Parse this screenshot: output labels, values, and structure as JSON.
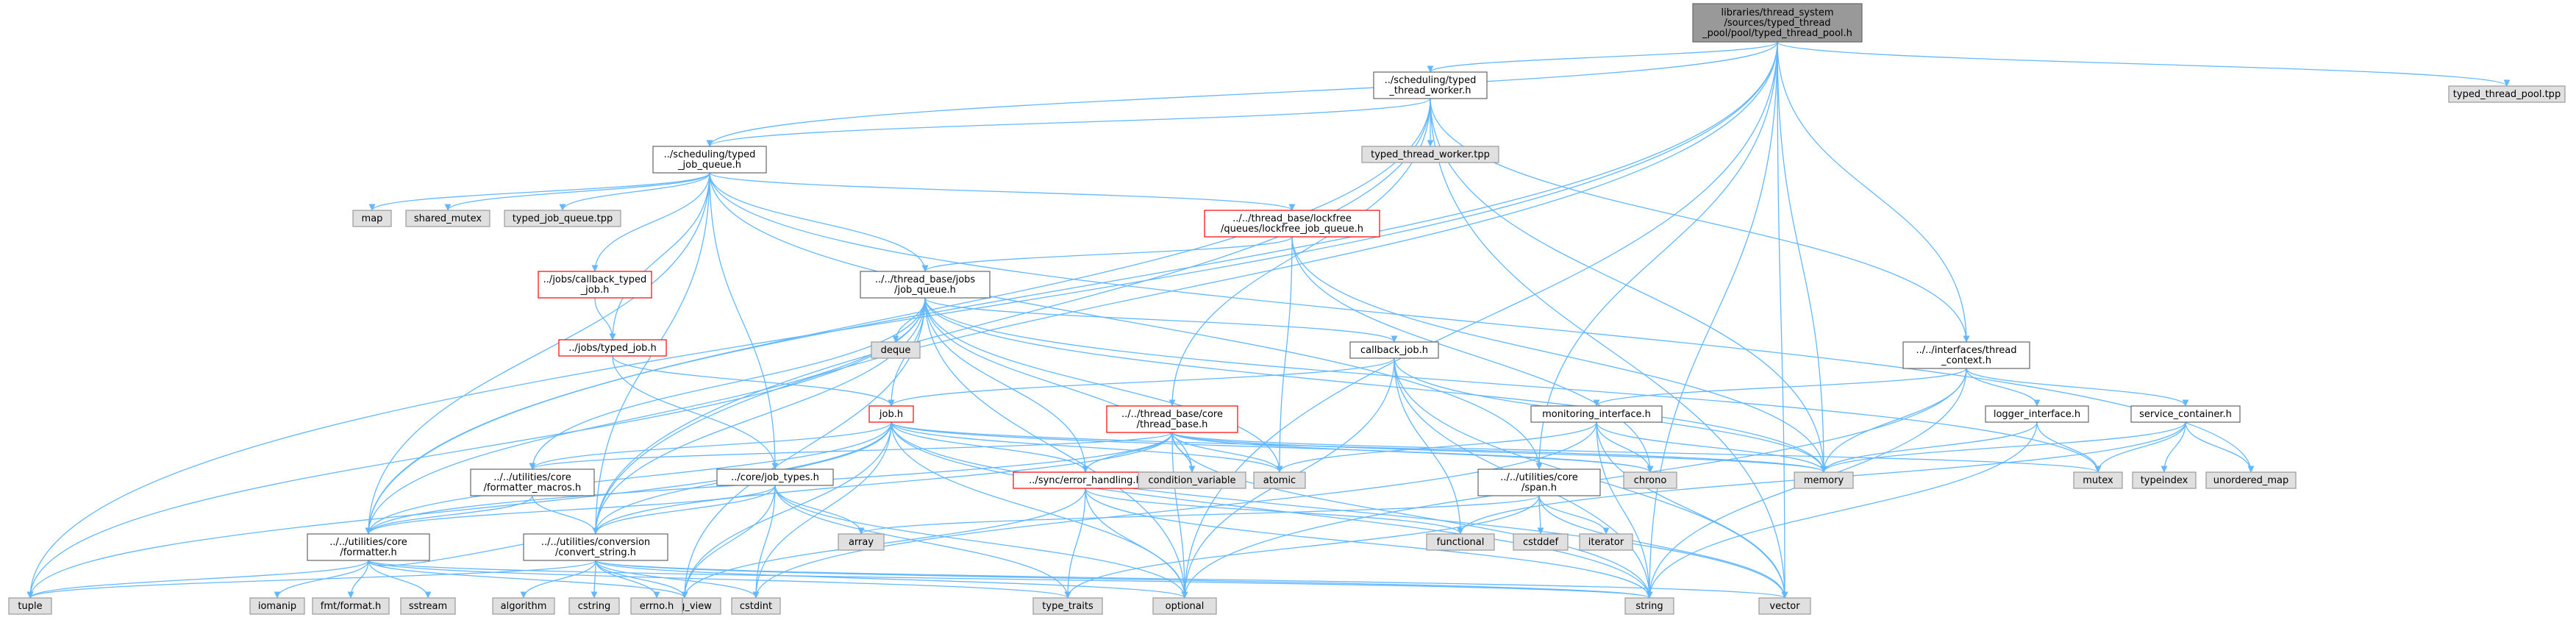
{
  "colors": {
    "edge": "#63b8ff",
    "root_fill": "#999999",
    "root_stroke": "#666666",
    "normal_fill": "#ffffff",
    "normal_stroke": "#666666",
    "truncated_stroke": "#ff0000",
    "system_fill": "#e0e0e0",
    "system_stroke": "#999999"
  },
  "graph": {
    "nodes": [
      {
        "id": "root",
        "kind": "root",
        "lines": [
          "libraries/thread_system",
          "/sources/typed_thread",
          "_pool/pool/typed_thread_pool.h"
        ]
      },
      {
        "id": "typed_thread_pool_tpp",
        "kind": "system",
        "lines": [
          "typed_thread_pool.tpp"
        ]
      },
      {
        "id": "typed_thread_worker_h",
        "kind": "normal",
        "lines": [
          "../scheduling/typed",
          "_thread_worker.h"
        ]
      },
      {
        "id": "typed_thread_worker_tpp",
        "kind": "system",
        "lines": [
          "typed_thread_worker.tpp"
        ]
      },
      {
        "id": "typed_job_queue_h",
        "kind": "normal",
        "lines": [
          "../scheduling/typed",
          "_job_queue.h"
        ]
      },
      {
        "id": "map",
        "kind": "system",
        "lines": [
          "map"
        ]
      },
      {
        "id": "shared_mutex",
        "kind": "system",
        "lines": [
          "shared_mutex"
        ]
      },
      {
        "id": "typed_job_queue_tpp",
        "kind": "system",
        "lines": [
          "typed_job_queue.tpp"
        ]
      },
      {
        "id": "lockfree_job_queue_h",
        "kind": "truncated",
        "lines": [
          "../../thread_base/lockfree",
          "/queues/lockfree_job_queue.h"
        ]
      },
      {
        "id": "callback_typed_job_h",
        "kind": "truncated",
        "lines": [
          "../jobs/callback_typed",
          "_job.h"
        ]
      },
      {
        "id": "typed_job_h",
        "kind": "truncated",
        "lines": [
          "../jobs/typed_job.h"
        ]
      },
      {
        "id": "job_queue_h",
        "kind": "normal",
        "lines": [
          "../../thread_base/jobs",
          "/job_queue.h"
        ]
      },
      {
        "id": "deque",
        "kind": "system",
        "lines": [
          "deque"
        ]
      },
      {
        "id": "callback_job_h",
        "kind": "normal",
        "lines": [
          "callback_job.h"
        ]
      },
      {
        "id": "job_h",
        "kind": "truncated",
        "lines": [
          "job.h"
        ]
      },
      {
        "id": "thread_base_h",
        "kind": "truncated",
        "lines": [
          "../../thread_base/core",
          "/thread_base.h"
        ]
      },
      {
        "id": "thread_context_h",
        "kind": "normal",
        "lines": [
          "../../interfaces/thread",
          "_context.h"
        ]
      },
      {
        "id": "monitoring_interface_h",
        "kind": "normal",
        "lines": [
          "monitoring_interface.h"
        ]
      },
      {
        "id": "logger_interface_h",
        "kind": "normal",
        "lines": [
          "logger_interface.h"
        ]
      },
      {
        "id": "service_container_h",
        "kind": "normal",
        "lines": [
          "service_container.h"
        ]
      },
      {
        "id": "formatter_macros_h",
        "kind": "normal",
        "lines": [
          "../../utilities/core",
          "/formatter_macros.h"
        ]
      },
      {
        "id": "job_types_h",
        "kind": "normal",
        "lines": [
          "../core/job_types.h"
        ]
      },
      {
        "id": "error_handling_h",
        "kind": "truncated",
        "lines": [
          "../sync/error_handling.h"
        ]
      },
      {
        "id": "condition_variable",
        "kind": "system",
        "lines": [
          "condition_variable"
        ]
      },
      {
        "id": "atomic",
        "kind": "system",
        "lines": [
          "atomic"
        ]
      },
      {
        "id": "chrono",
        "kind": "system",
        "lines": [
          "chrono"
        ]
      },
      {
        "id": "memory",
        "kind": "system",
        "lines": [
          "memory"
        ]
      },
      {
        "id": "mutex",
        "kind": "system",
        "lines": [
          "mutex"
        ]
      },
      {
        "id": "typeindex",
        "kind": "system",
        "lines": [
          "typeindex"
        ]
      },
      {
        "id": "unordered_map",
        "kind": "system",
        "lines": [
          "unordered_map"
        ]
      },
      {
        "id": "span_h",
        "kind": "normal",
        "lines": [
          "../../utilities/core",
          "/span.h"
        ]
      },
      {
        "id": "formatter_h",
        "kind": "normal",
        "lines": [
          "../../utilities/core",
          "/formatter.h"
        ]
      },
      {
        "id": "convert_string_h",
        "kind": "normal",
        "lines": [
          "../../utilities/conversion",
          "/convert_string.h"
        ]
      },
      {
        "id": "array",
        "kind": "system",
        "lines": [
          "array"
        ]
      },
      {
        "id": "functional",
        "kind": "system",
        "lines": [
          "functional"
        ]
      },
      {
        "id": "cstddef",
        "kind": "system",
        "lines": [
          "cstddef"
        ]
      },
      {
        "id": "iterator",
        "kind": "system",
        "lines": [
          "iterator"
        ]
      },
      {
        "id": "tuple",
        "kind": "system",
        "lines": [
          "tuple"
        ]
      },
      {
        "id": "iomanip",
        "kind": "system",
        "lines": [
          "iomanip"
        ]
      },
      {
        "id": "fmt_format_h",
        "kind": "system",
        "lines": [
          "fmt/format.h"
        ]
      },
      {
        "id": "sstream",
        "kind": "system",
        "lines": [
          "sstream"
        ]
      },
      {
        "id": "string_view",
        "kind": "system",
        "lines": [
          "string_view"
        ]
      },
      {
        "id": "algorithm",
        "kind": "system",
        "lines": [
          "algorithm"
        ]
      },
      {
        "id": "cstring",
        "kind": "system",
        "lines": [
          "cstring"
        ]
      },
      {
        "id": "errno_h",
        "kind": "system",
        "lines": [
          "errno.h"
        ]
      },
      {
        "id": "cstdint",
        "kind": "system",
        "lines": [
          "cstdint"
        ]
      },
      {
        "id": "type_traits",
        "kind": "system",
        "lines": [
          "type_traits"
        ]
      },
      {
        "id": "optional",
        "kind": "system",
        "lines": [
          "optional"
        ]
      },
      {
        "id": "string",
        "kind": "system",
        "lines": [
          "string"
        ]
      },
      {
        "id": "vector",
        "kind": "system",
        "lines": [
          "vector"
        ]
      }
    ],
    "edges": [
      [
        "root",
        "typed_thread_pool_tpp"
      ],
      [
        "root",
        "typed_thread_worker_h"
      ],
      [
        "root",
        "typed_job_queue_h"
      ],
      [
        "root",
        "thread_context_h"
      ],
      [
        "root",
        "memory"
      ],
      [
        "root",
        "formatter_h"
      ],
      [
        "root",
        "convert_string_h"
      ],
      [
        "root",
        "tuple"
      ],
      [
        "root",
        "optional"
      ],
      [
        "root",
        "string"
      ],
      [
        "root",
        "vector"
      ],
      [
        "root",
        "span_h"
      ],
      [
        "typed_thread_worker_h",
        "typed_thread_worker_tpp"
      ],
      [
        "typed_thread_worker_h",
        "typed_job_queue_h"
      ],
      [
        "typed_thread_worker_h",
        "thread_base_h"
      ],
      [
        "typed_thread_worker_h",
        "thread_context_h"
      ],
      [
        "typed_thread_worker_h",
        "memory"
      ],
      [
        "typed_thread_worker_h",
        "vector"
      ],
      [
        "typed_thread_worker_h",
        "formatter_h"
      ],
      [
        "typed_thread_worker_h",
        "convert_string_h"
      ],
      [
        "typed_job_queue_h",
        "map"
      ],
      [
        "typed_job_queue_h",
        "shared_mutex"
      ],
      [
        "typed_job_queue_h",
        "typed_job_queue_tpp"
      ],
      [
        "typed_job_queue_h",
        "lockfree_job_queue_h"
      ],
      [
        "typed_job_queue_h",
        "callback_typed_job_h"
      ],
      [
        "typed_job_queue_h",
        "typed_job_h"
      ],
      [
        "typed_job_queue_h",
        "job_queue_h"
      ],
      [
        "typed_job_queue_h",
        "job_types_h"
      ],
      [
        "typed_job_queue_h",
        "unordered_map"
      ],
      [
        "typed_job_queue_h",
        "span_h"
      ],
      [
        "typed_job_queue_h",
        "formatter_h"
      ],
      [
        "typed_job_queue_h",
        "convert_string_h"
      ],
      [
        "lockfree_job_queue_h",
        "job_queue_h"
      ],
      [
        "lockfree_job_queue_h",
        "atomic"
      ],
      [
        "lockfree_job_queue_h",
        "memory"
      ],
      [
        "lockfree_job_queue_h",
        "chrono"
      ],
      [
        "callback_typed_job_h",
        "typed_job_h"
      ],
      [
        "typed_job_h",
        "job_h"
      ],
      [
        "typed_job_h",
        "job_types_h"
      ],
      [
        "job_queue_h",
        "deque"
      ],
      [
        "job_queue_h",
        "callback_job_h"
      ],
      [
        "job_queue_h",
        "job_h"
      ],
      [
        "job_queue_h",
        "error_handling_h"
      ],
      [
        "job_queue_h",
        "condition_variable"
      ],
      [
        "job_queue_h",
        "atomic"
      ],
      [
        "job_queue_h",
        "memory"
      ],
      [
        "job_queue_h",
        "mutex"
      ],
      [
        "job_queue_h",
        "formatter_macros_h"
      ],
      [
        "job_queue_h",
        "formatter_h"
      ],
      [
        "job_queue_h",
        "convert_string_h"
      ],
      [
        "job_queue_h",
        "tuple"
      ],
      [
        "job_queue_h",
        "optional"
      ],
      [
        "job_queue_h",
        "string_view"
      ],
      [
        "callback_job_h",
        "job_h"
      ],
      [
        "callback_job_h",
        "functional"
      ],
      [
        "callback_job_h",
        "memory"
      ],
      [
        "callback_job_h",
        "string"
      ],
      [
        "callback_job_h",
        "optional"
      ],
      [
        "callback_job_h",
        "vector"
      ],
      [
        "job_h",
        "error_handling_h"
      ],
      [
        "job_h",
        "formatter_macros_h"
      ],
      [
        "job_h",
        "formatter_h"
      ],
      [
        "job_h",
        "convert_string_h"
      ],
      [
        "job_h",
        "atomic"
      ],
      [
        "job_h",
        "chrono"
      ],
      [
        "job_h",
        "memory"
      ],
      [
        "job_h",
        "string"
      ],
      [
        "job_h",
        "vector"
      ],
      [
        "job_h",
        "optional"
      ],
      [
        "job_h",
        "string_view"
      ],
      [
        "job_h",
        "tuple"
      ],
      [
        "job_h",
        "cstdint"
      ],
      [
        "thread_base_h",
        "error_handling_h"
      ],
      [
        "thread_base_h",
        "condition_variable"
      ],
      [
        "thread_base_h",
        "atomic"
      ],
      [
        "thread_base_h",
        "chrono"
      ],
      [
        "thread_base_h",
        "memory"
      ],
      [
        "thread_base_h",
        "mutex"
      ],
      [
        "thread_base_h",
        "optional"
      ],
      [
        "thread_base_h",
        "string"
      ],
      [
        "thread_base_h",
        "formatter_macros_h"
      ],
      [
        "thread_base_h",
        "formatter_h"
      ],
      [
        "thread_base_h",
        "convert_string_h"
      ],
      [
        "thread_context_h",
        "monitoring_interface_h"
      ],
      [
        "thread_context_h",
        "logger_interface_h"
      ],
      [
        "thread_context_h",
        "service_container_h"
      ],
      [
        "thread_context_h",
        "memory"
      ],
      [
        "thread_context_h",
        "optional"
      ],
      [
        "thread_context_h",
        "string"
      ],
      [
        "monitoring_interface_h",
        "chrono"
      ],
      [
        "monitoring_interface_h",
        "memory"
      ],
      [
        "monitoring_interface_h",
        "string"
      ],
      [
        "monitoring_interface_h",
        "vector"
      ],
      [
        "monitoring_interface_h",
        "atomic"
      ],
      [
        "monitoring_interface_h",
        "cstdint"
      ],
      [
        "logger_interface_h",
        "memory"
      ],
      [
        "logger_interface_h",
        "mutex"
      ],
      [
        "logger_interface_h",
        "string"
      ],
      [
        "service_container_h",
        "typeindex"
      ],
      [
        "service_container_h",
        "unordered_map"
      ],
      [
        "service_container_h",
        "memory"
      ],
      [
        "service_container_h",
        "mutex"
      ],
      [
        "service_container_h",
        "functional"
      ],
      [
        "formatter_macros_h",
        "formatter_h"
      ],
      [
        "formatter_macros_h",
        "convert_string_h"
      ],
      [
        "job_types_h",
        "array"
      ],
      [
        "job_types_h",
        "cstdint"
      ],
      [
        "job_types_h",
        "string_view"
      ],
      [
        "job_types_h",
        "optional"
      ],
      [
        "job_types_h",
        "type_traits"
      ],
      [
        "job_types_h",
        "formatter_h"
      ],
      [
        "job_types_h",
        "convert_string_h"
      ],
      [
        "error_handling_h",
        "functional"
      ],
      [
        "error_handling_h",
        "optional"
      ],
      [
        "error_handling_h",
        "string"
      ],
      [
        "error_handling_h",
        "type_traits"
      ],
      [
        "error_handling_h",
        "string_view"
      ],
      [
        "span_h",
        "array"
      ],
      [
        "span_h",
        "cstddef"
      ],
      [
        "span_h",
        "iterator"
      ],
      [
        "span_h",
        "type_traits"
      ],
      [
        "span_h",
        "vector"
      ],
      [
        "formatter_h",
        "iomanip"
      ],
      [
        "formatter_h",
        "fmt_format_h"
      ],
      [
        "formatter_h",
        "sstream"
      ],
      [
        "formatter_h",
        "string_view"
      ],
      [
        "formatter_h",
        "string"
      ],
      [
        "formatter_h",
        "tuple"
      ],
      [
        "formatter_h",
        "convert_string_h"
      ],
      [
        "formatter_h",
        "type_traits"
      ],
      [
        "convert_string_h",
        "algorithm"
      ],
      [
        "convert_string_h",
        "cstring"
      ],
      [
        "convert_string_h",
        "errno_h"
      ],
      [
        "convert_string_h",
        "cstdint"
      ],
      [
        "convert_string_h",
        "optional"
      ],
      [
        "convert_string_h",
        "string"
      ],
      [
        "convert_string_h",
        "string_view"
      ],
      [
        "convert_string_h",
        "tuple"
      ],
      [
        "convert_string_h",
        "vector"
      ]
    ]
  }
}
